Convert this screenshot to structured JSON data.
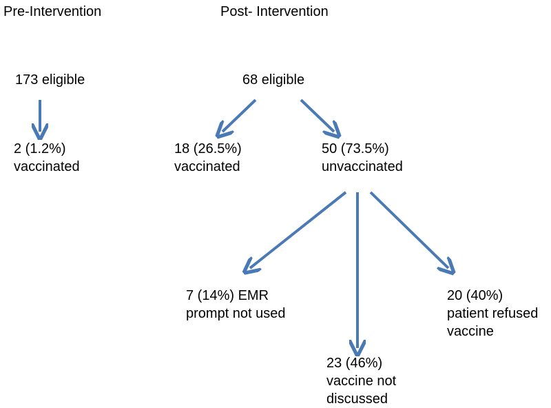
{
  "headers": {
    "pre": "Pre-Intervention",
    "post": "Post- Intervention"
  },
  "pre": {
    "eligible": "173 eligible",
    "vaccinated": [
      "2 (1.2%)",
      "vaccinated"
    ]
  },
  "post": {
    "eligible": "68 eligible",
    "vaccinated": [
      "18 (26.5%)",
      "vaccinated"
    ],
    "unvaccinated": [
      "50 (73.5%)",
      "unvaccinated"
    ],
    "emr_not_used": [
      "7 (14%) EMR",
      "prompt not used"
    ],
    "not_discussed": [
      "23 (46%)",
      "vaccine not",
      "discussed"
    ],
    "refused": [
      "20 (40%)",
      "patient refused",
      "vaccine"
    ]
  },
  "colors": {
    "arrow": "#4a7ab5"
  }
}
